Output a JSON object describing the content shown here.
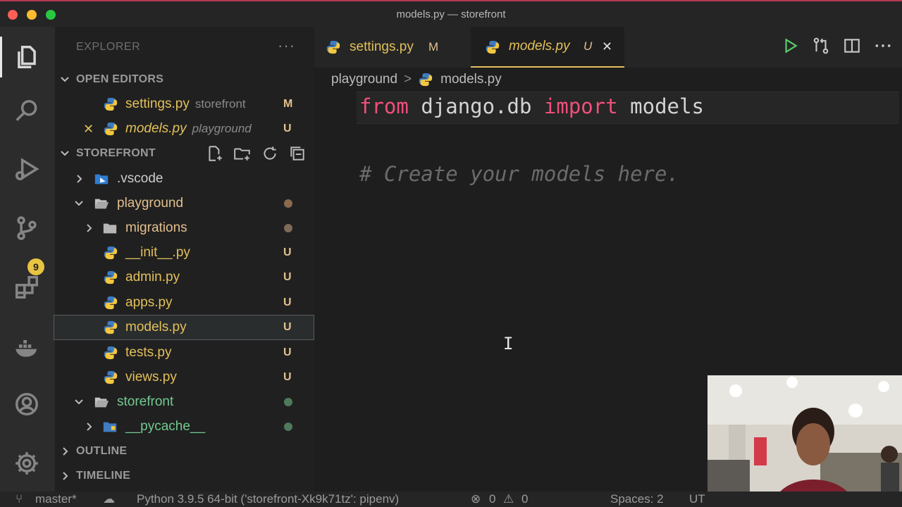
{
  "window": {
    "title": "models.py — storefront"
  },
  "activity_bar": {
    "items": [
      "files-icon",
      "search-icon",
      "run-debug-icon",
      "source-control-icon",
      "extensions-icon",
      "docker-icon",
      "account-icon",
      "settings-gear-icon"
    ],
    "source_control_badge": "9"
  },
  "sidebar": {
    "title": "EXPLORER",
    "more": "···",
    "open_editors": {
      "header": "OPEN EDITORS",
      "items": [
        {
          "name": "settings.py",
          "description": "storefront",
          "status": "M"
        },
        {
          "name": "models.py",
          "description": "playground",
          "status": "U"
        }
      ]
    },
    "storefront": {
      "header": "STOREFRONT",
      "tree": [
        {
          "name": ".vscode"
        },
        {
          "name": "playground"
        },
        {
          "name": "migrations"
        },
        {
          "name": "__init__.py",
          "status": "U"
        },
        {
          "name": "admin.py",
          "status": "U"
        },
        {
          "name": "apps.py",
          "status": "U"
        },
        {
          "name": "models.py",
          "status": "U"
        },
        {
          "name": "tests.py",
          "status": "U"
        },
        {
          "name": "views.py",
          "status": "U"
        },
        {
          "name": "storefront"
        },
        {
          "name": "__pycache__"
        }
      ]
    },
    "outline_header": "OUTLINE",
    "timeline_header": "TIMELINE"
  },
  "tabs": [
    {
      "name": "settings.py",
      "status": "M"
    },
    {
      "name": "models.py",
      "status": "U",
      "close": "✕"
    }
  ],
  "breadcrumb": {
    "folder": "playground",
    "separator": ">",
    "file": "models.py"
  },
  "code": {
    "line1": {
      "kw1": "from",
      "module": "django.db",
      "kw2": "import",
      "name": "models"
    },
    "line3": "# Create your models here."
  },
  "status_bar": {
    "branch": "master*",
    "interpreter": "Python 3.9.5 64-bit ('storefront-Xk9k71tz': pipenv)",
    "errors": "0",
    "warnings": "0",
    "spaces": "Spaces: 2",
    "encoding": "UT"
  },
  "colors": {
    "accent_tab": "#e2c05a",
    "keyword": "#f14f7b",
    "untracked": "#73c991",
    "badge": "#e8c441"
  }
}
